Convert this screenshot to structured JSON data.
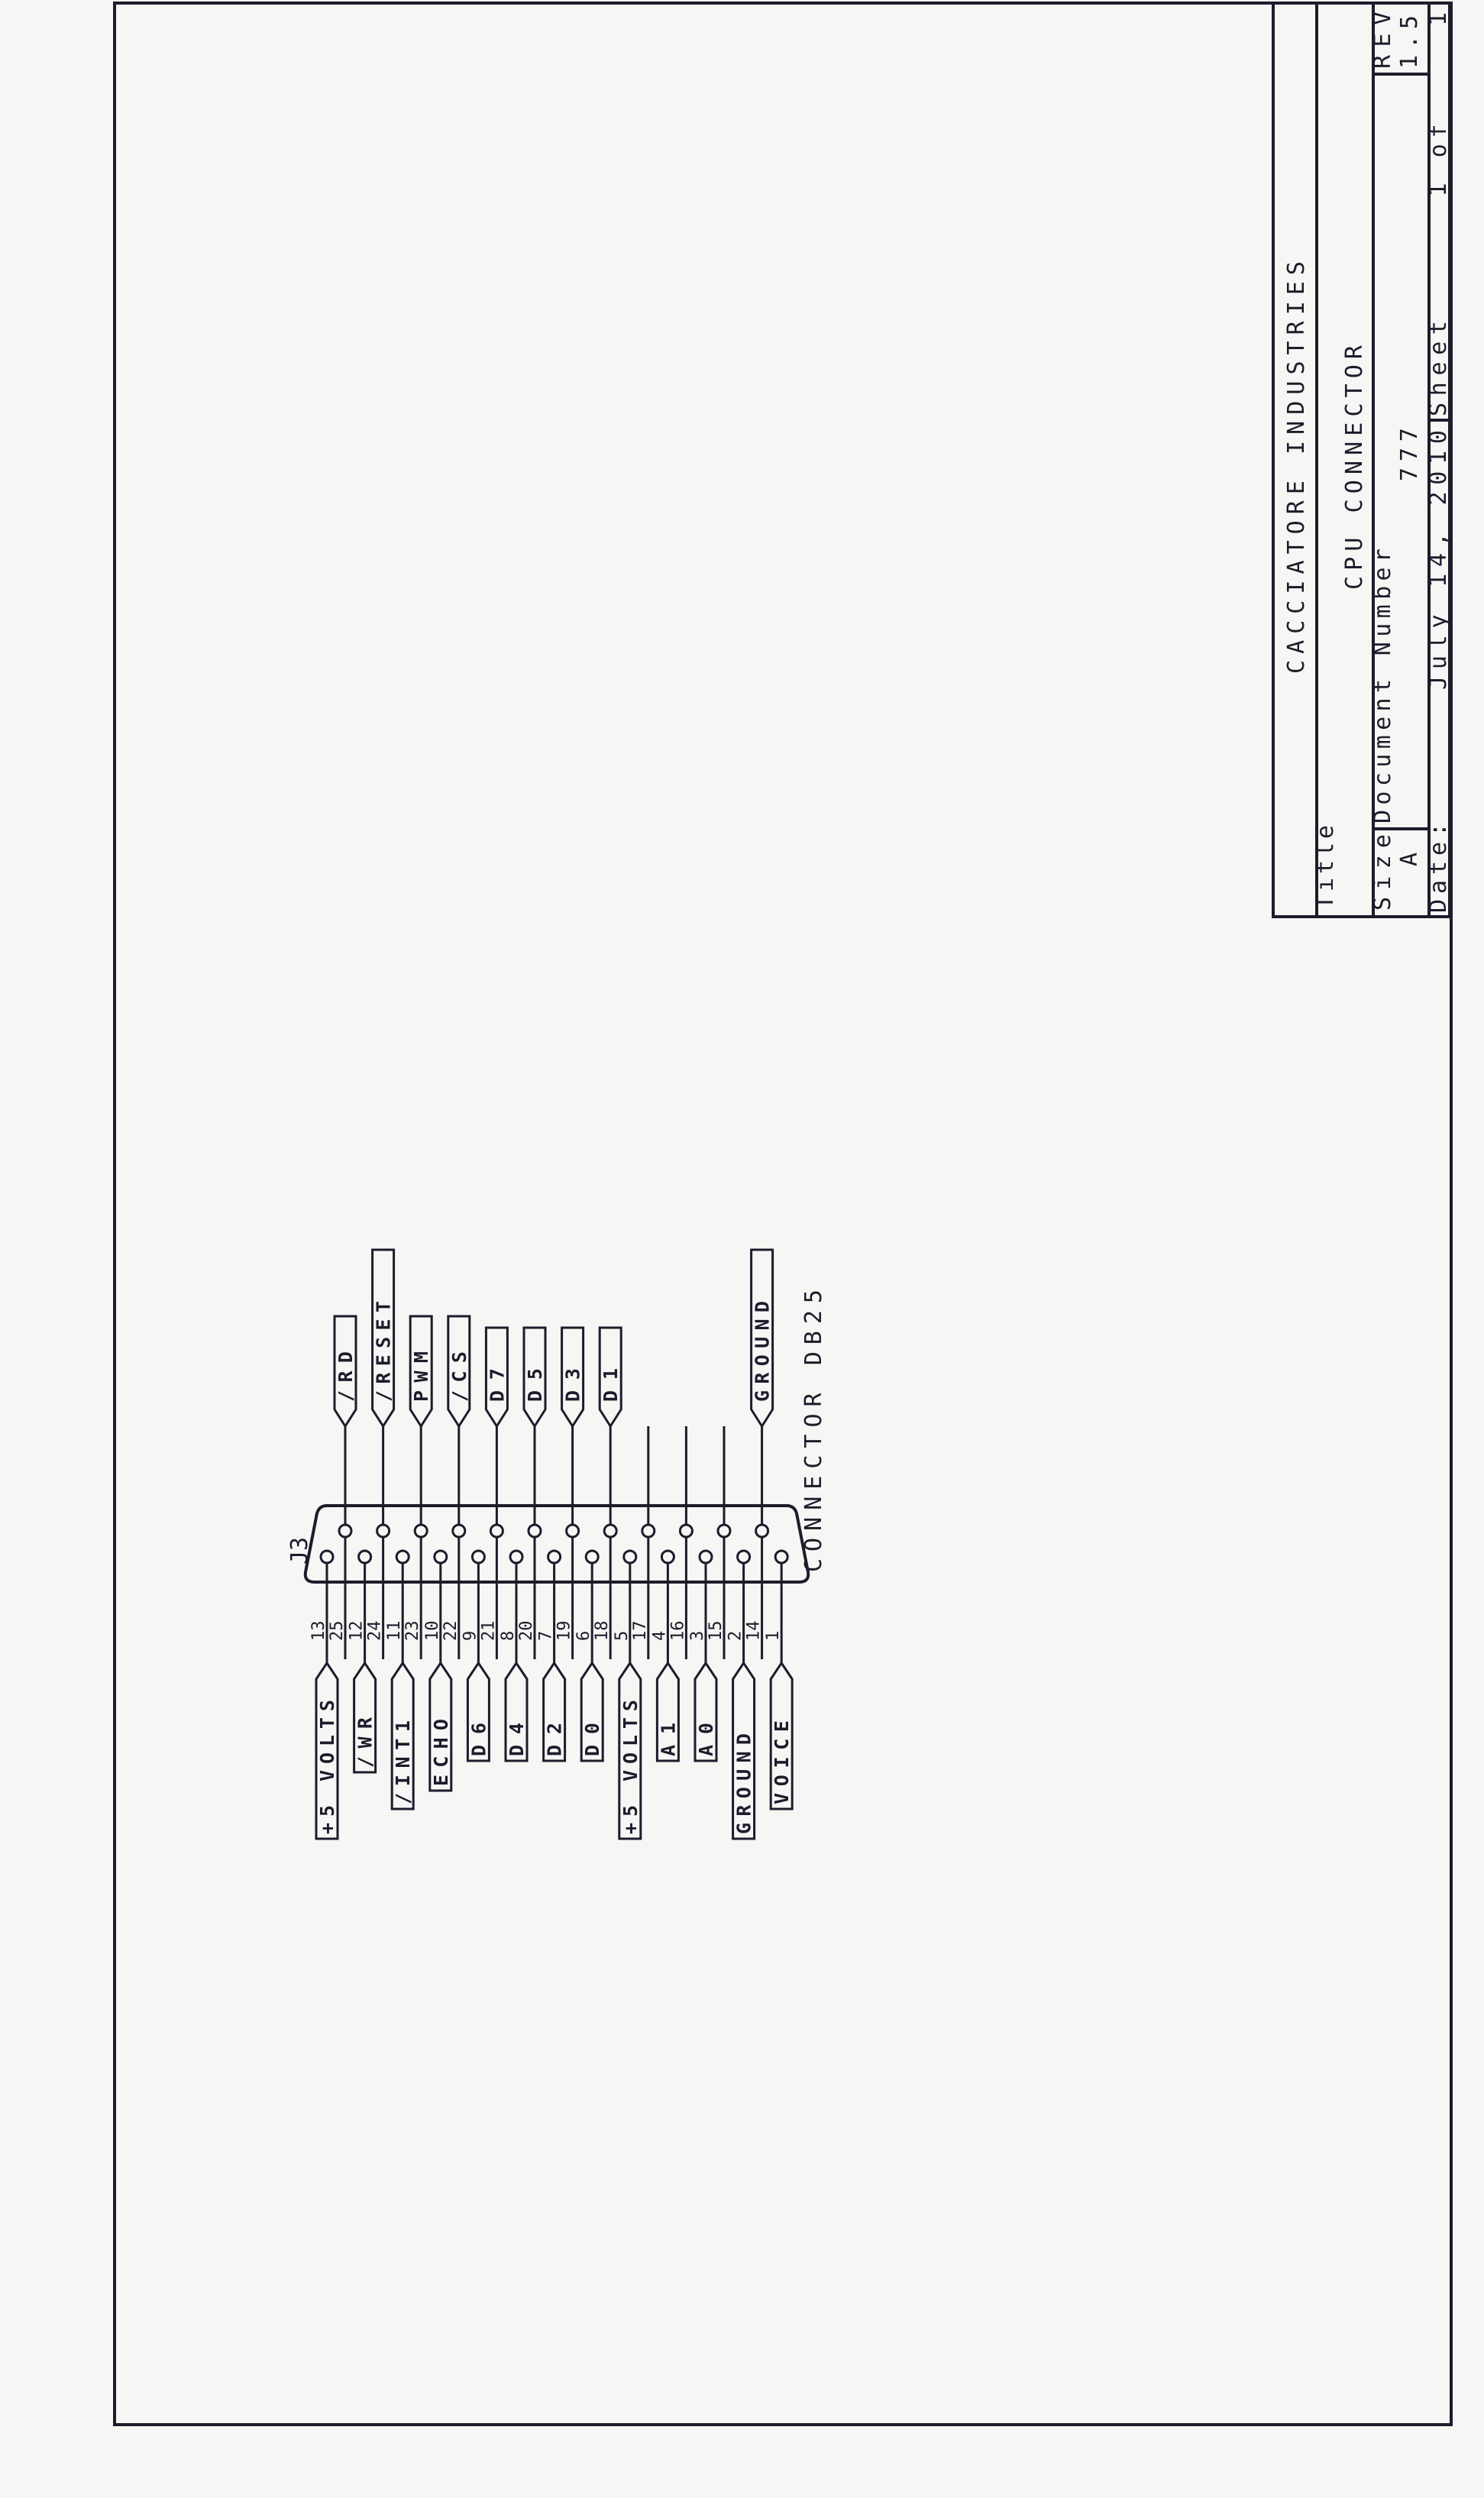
{
  "title_block": {
    "company": "CACCIATORE INDUSTRIES",
    "title_label": "Title",
    "title": "CPU CONNECTOR",
    "size_label": "Size",
    "size": "A",
    "doc_number_label": "Document Number",
    "doc_number": "777",
    "rev_label": "REV",
    "rev": "1.5",
    "date_label": "Date:",
    "date": "July 14, 2010",
    "sheet_label": "Sheet",
    "sheet_of": "1 of",
    "sheet_total": "1"
  },
  "connector": {
    "ref": "J3",
    "name": "CONNECTOR DB25",
    "row_a": [
      {
        "pin": "13",
        "signal": "+5 VOLTS"
      },
      {
        "pin": "12",
        "signal": "/WR"
      },
      {
        "pin": "11",
        "signal": "/INT1"
      },
      {
        "pin": "10",
        "signal": "ECHO"
      },
      {
        "pin": "9",
        "signal": "D6"
      },
      {
        "pin": "8",
        "signal": "D4"
      },
      {
        "pin": "7",
        "signal": "D2"
      },
      {
        "pin": "6",
        "signal": "D0"
      },
      {
        "pin": "5",
        "signal": "+5 VOLTS"
      },
      {
        "pin": "4",
        "signal": "A1"
      },
      {
        "pin": "3",
        "signal": "A0"
      },
      {
        "pin": "2",
        "signal": "GROUND"
      },
      {
        "pin": "1",
        "signal": "VOICE"
      }
    ],
    "row_b": [
      {
        "pin": "25",
        "signal": "/RD"
      },
      {
        "pin": "24",
        "signal": "/RESET"
      },
      {
        "pin": "23",
        "signal": "PWM"
      },
      {
        "pin": "22",
        "signal": "/CS"
      },
      {
        "pin": "21",
        "signal": "D7"
      },
      {
        "pin": "20",
        "signal": "D5"
      },
      {
        "pin": "19",
        "signal": "D3"
      },
      {
        "pin": "18",
        "signal": "D1"
      },
      {
        "pin": "17",
        "signal": ""
      },
      {
        "pin": "16",
        "signal": ""
      },
      {
        "pin": "15",
        "signal": ""
      },
      {
        "pin": "14",
        "signal": "GROUND"
      }
    ]
  }
}
